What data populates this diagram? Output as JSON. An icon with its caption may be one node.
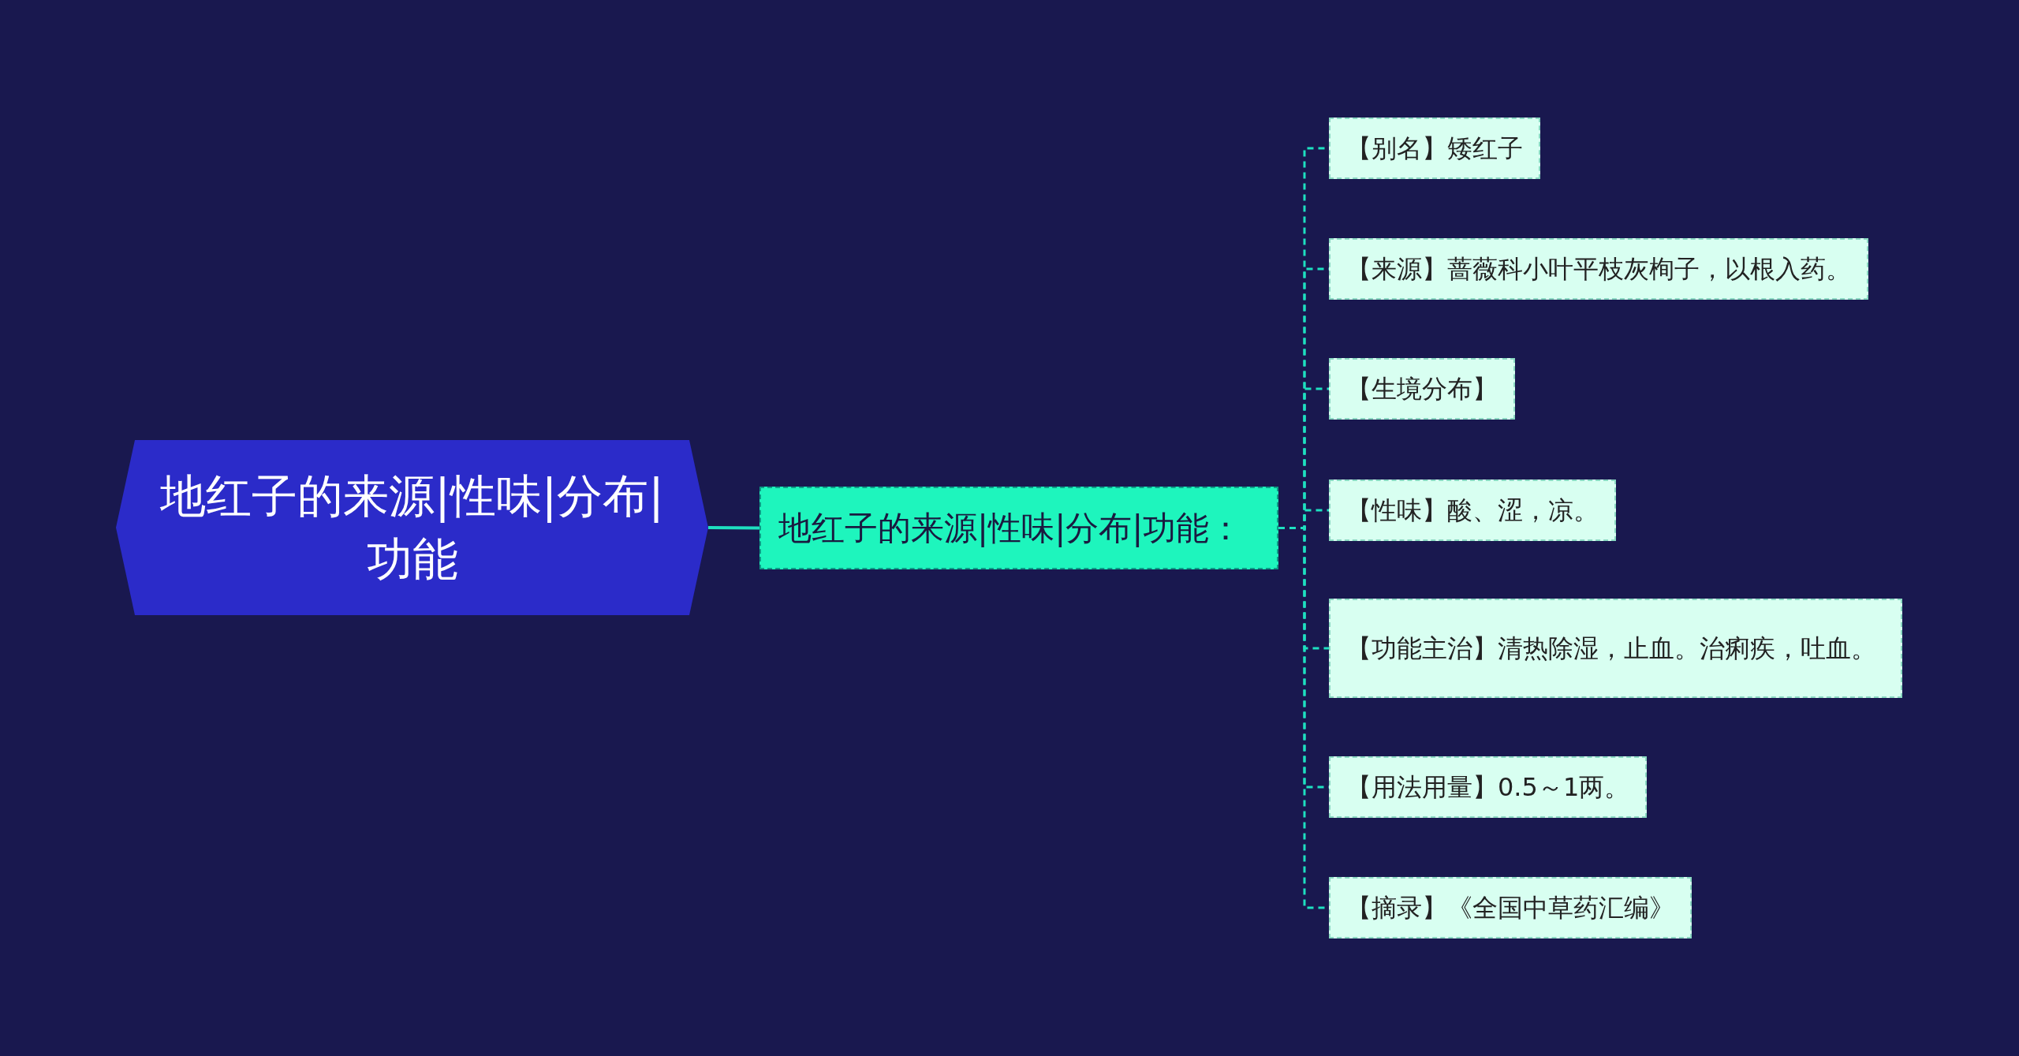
{
  "diagram": {
    "nodes": [
      {
        "text": [
          "地红子的来源|性味|分布|功能"
        ]
      },
      {
        "text": [
          "地红子的来源|性味|分布|功能："
        ]
      },
      {
        "text": [
          "【别名】矮红子"
        ]
      },
      {
        "text": [
          "【来源】蔷薇科小叶平枝灰栒子，以根入药。"
        ]
      },
      {
        "text": [
          "【生境分布】"
        ]
      },
      {
        "text": [
          "【性味】酸、涩，凉。"
        ]
      },
      {
        "text": [
          "【功能主治】清热除湿，止血。治痢疾，吐血。"
        ]
      },
      {
        "text": [
          "【用法用量】0.5～1两。"
        ]
      },
      {
        "text": [
          "【摘录】《全国中草药汇编》"
        ]
      }
    ],
    "edges": [
      {
        "from": 0,
        "to": 1,
        "arrow": "none"
      },
      {
        "from": 1,
        "to": 2,
        "arrow": "none",
        "style": "dashed"
      },
      {
        "from": 1,
        "to": 3,
        "arrow": "none",
        "style": "dashed"
      },
      {
        "from": 1,
        "to": 4,
        "arrow": "none",
        "style": "dashed"
      },
      {
        "from": 1,
        "to": 5,
        "arrow": "none",
        "style": "dashed"
      },
      {
        "from": 1,
        "to": 6,
        "arrow": "none",
        "style": "dashed"
      },
      {
        "from": 1,
        "to": 7,
        "arrow": "none",
        "style": "dashed"
      },
      {
        "from": 1,
        "to": 8,
        "arrow": "none",
        "style": "dashed"
      }
    ]
  }
}
